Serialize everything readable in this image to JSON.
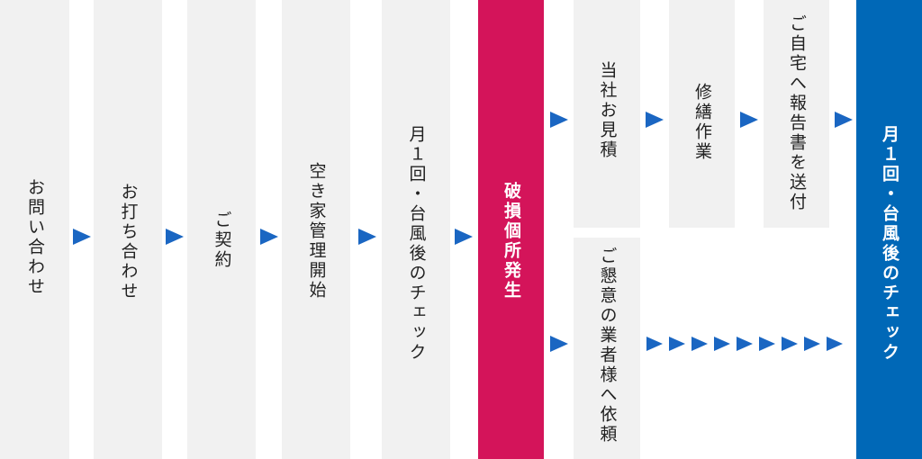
{
  "steps": {
    "inquiry": "お問い合わせ",
    "meeting": "お打ち合わせ",
    "contract": "ご契約",
    "management_start": "空き家管理開始",
    "monthly_check": "月１回・台風後のチェック",
    "damage": "破損個所発生",
    "estimate": "当社お見積",
    "repair": "修繕作業",
    "report": "ご自宅へ報告書を送付",
    "vendor_request": "ご懇意の業者様へ依頼",
    "final_check": "月１回・台風後のチェック"
  },
  "colors": {
    "step_bg": "#f1f1f1",
    "damage_bg": "#d4145a",
    "final_bg": "#0068b7",
    "arrow": "#1a66c2",
    "text": "#222222"
  },
  "icons": {
    "arrow": "arrow-right-icon"
  }
}
